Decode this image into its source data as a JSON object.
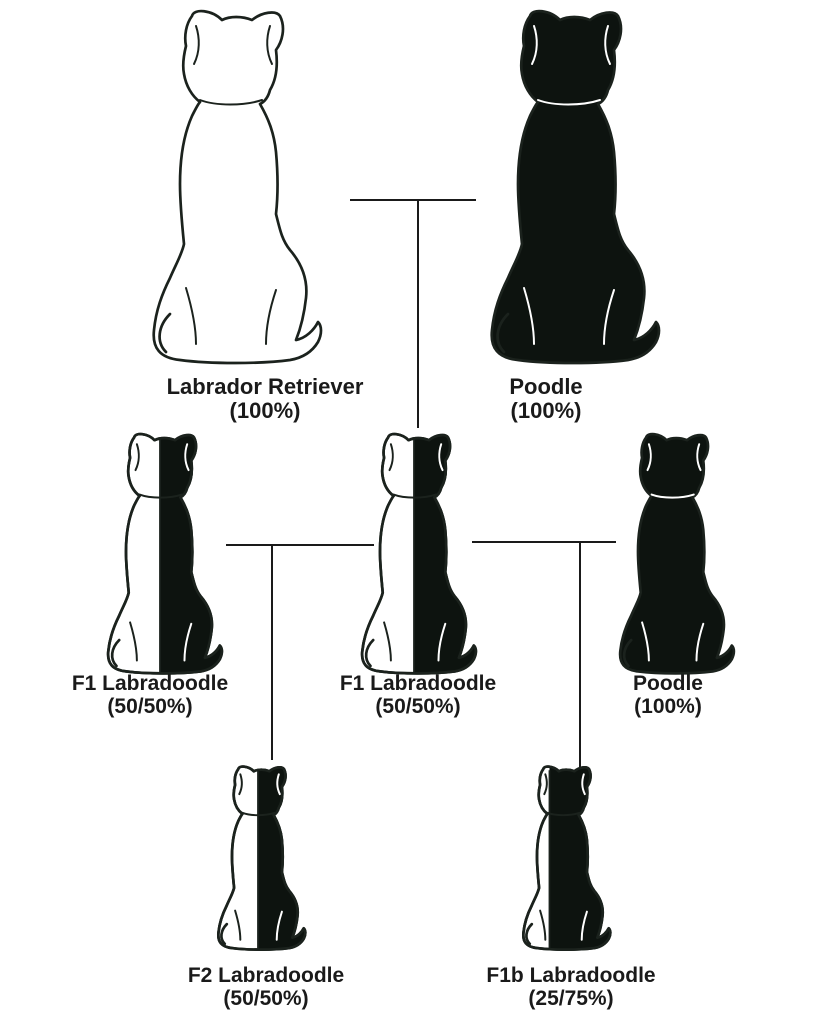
{
  "colors": {
    "dark": "#0d130f",
    "light": "#ffffff",
    "outline": "#1b221d",
    "connector": "#1a1a1a"
  },
  "icons": {
    "dog": "dog-silhouette-rear-view-icon"
  },
  "dogs": [
    {
      "id": "labrador",
      "name": "Labrador Retriever",
      "percent": "(100%)",
      "fill": "white"
    },
    {
      "id": "poodle-top",
      "name": "Poodle",
      "percent": "(100%)",
      "fill": "black"
    },
    {
      "id": "f1-left",
      "name": "F1 Labradoodle",
      "percent": "(50/50%)",
      "fill": "half"
    },
    {
      "id": "f1-center",
      "name": "F1 Labradoodle",
      "percent": "(50/50%)",
      "fill": "half"
    },
    {
      "id": "poodle-right",
      "name": "Poodle",
      "percent": "(100%)",
      "fill": "black"
    },
    {
      "id": "f2",
      "name": "F2 Labradoodle",
      "percent": "(50/50%)",
      "fill": "half"
    },
    {
      "id": "f1b",
      "name": "F1b Labradoodle",
      "percent": "(25/75%)",
      "fill": "mostly-black"
    }
  ],
  "crosses": [
    {
      "parents": [
        "labrador",
        "poodle-top"
      ],
      "offspring": "f1-center"
    },
    {
      "parents": [
        "f1-left",
        "f1-center"
      ],
      "offspring": "f2"
    },
    {
      "parents": [
        "f1-center",
        "poodle-right"
      ],
      "offspring": "f1b"
    }
  ]
}
